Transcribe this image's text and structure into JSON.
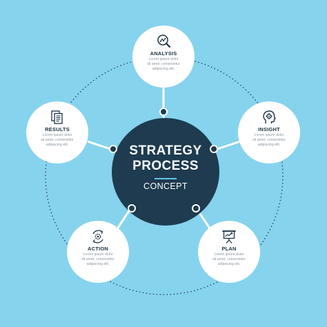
{
  "colors": {
    "background": "#86d3ee",
    "center": "#1e3b4f",
    "accent": "#5fc6ea",
    "node": "#ffffff",
    "text_dark": "#1b3344",
    "text_muted": "#8c97a0"
  },
  "center": {
    "line1": "STRATEGY",
    "line2": "PROCESS",
    "line3": "CONCEPT"
  },
  "nodes": [
    {
      "id": "analysis",
      "title": "ANALYSIS",
      "icon": "magnifier-chart-icon",
      "desc1": "Lorem ipsum dolor",
      "desc2": "sit amet, consectetur",
      "desc3": "adipiscing elit."
    },
    {
      "id": "insight",
      "title": "INSIGHT",
      "icon": "head-gear-icon",
      "desc1": "Lorem ipsum dolor",
      "desc2": "sit amet, consectetur",
      "desc3": "adipiscing elit."
    },
    {
      "id": "plan",
      "title": "PLAN",
      "icon": "presentation-board-icon",
      "desc1": "Lorem ipsum dolor",
      "desc2": "sit amet, consectetur",
      "desc3": "adipiscing elit."
    },
    {
      "id": "action",
      "title": "ACTION",
      "icon": "gear-cycle-icon",
      "desc1": "Lorem ipsum dolor",
      "desc2": "sit amet, consectetur",
      "desc3": "adipiscing elit."
    },
    {
      "id": "results",
      "title": "RESULTS",
      "icon": "documents-icon",
      "desc1": "Lorem ipsum dolor",
      "desc2": "sit amet, consectetur",
      "desc3": "adipiscing elit."
    }
  ]
}
